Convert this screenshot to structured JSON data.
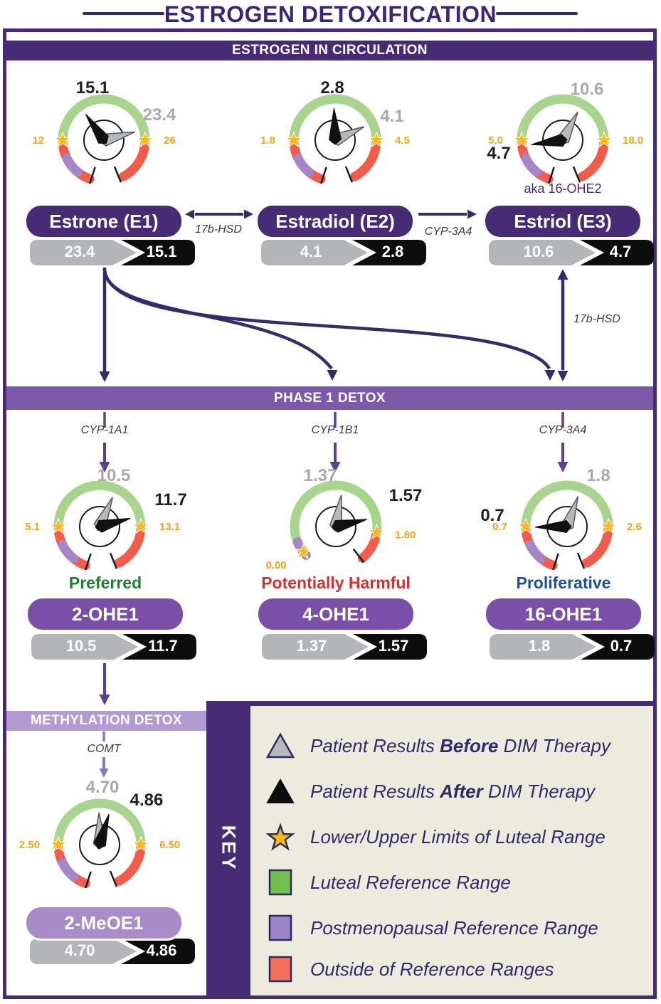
{
  "title": "ESTROGEN DETOXIFICATION",
  "sections": {
    "circulation": "ESTROGEN IN CIRCULATION",
    "phase1": "PHASE 1 DETOX",
    "methylation": "METHYLATION DETOX"
  },
  "enzymes": {
    "hsd_top": "17b-HSD",
    "cyp3a4_top": "CYP-3A4",
    "hsd_right": "17b-HSD",
    "cyp1a1": "CYP-1A1",
    "cyp1b1": "CYP-1B1",
    "cyp3a4_phase": "CYP-3A4",
    "comt": "COMT"
  },
  "key": {
    "label": "KEY",
    "items": [
      {
        "icon": "gray-triangle",
        "pre": "Patient Results ",
        "bold": "Before",
        "post": " DIM Therapy"
      },
      {
        "icon": "black-triangle",
        "pre": "Patient Results ",
        "bold": "After",
        "post": " DIM Therapy"
      },
      {
        "icon": "gold-star",
        "pre": "Lower/Upper Limits of Luteal Range",
        "bold": "",
        "post": ""
      },
      {
        "icon": "green-square",
        "pre": "Luteal Reference Range",
        "bold": "",
        "post": ""
      },
      {
        "icon": "purple-square",
        "pre": "Postmenopausal Reference Range",
        "bold": "",
        "post": ""
      },
      {
        "icon": "salmon-square",
        "pre": "Outside of Reference Ranges",
        "bold": "",
        "post": ""
      }
    ]
  },
  "colors": {
    "deep_purple": "#472b75",
    "mid_purple": "#7e58ab",
    "phase_pill_purple": "#7a4fa8",
    "light_banner_purple": "#b29ad2",
    "light_pill_purple": "#a88cca",
    "arrow_dark": "#362a6b",
    "arrow_mid": "#5b3f94",
    "arrow_light": "#8d76ba",
    "gauge_green": "#a8d48e",
    "gauge_red": "#f15c4b",
    "gauge_purple": "#a486c9",
    "star_gold": "#fdb913",
    "limit_orange": "#f5a21b",
    "before_gray": "#a7a9ac",
    "after_black": "#221f1f",
    "bar_gray": "#b3b5b8",
    "bar_black": "#0d0d0d",
    "legend_green": "#72c04c",
    "legend_purple": "#9c85c6",
    "legend_salmon": "#f3705c",
    "legend_outline": "#2e2a5e",
    "pointer_gray": "#b5b8bd",
    "caption_green": "#1e7d33",
    "caption_red": "#d62f2f",
    "caption_blue": "#1d4fa1",
    "cream": "#edeade"
  },
  "chart_data": {
    "type": "gauge-diagram",
    "description": "Estrogen detoxification pathway gauges: patient results before vs after DIM therapy with luteal range limits",
    "gauges": [
      {
        "id": "estrone",
        "name": "Estrone (E1)",
        "before": "23.4",
        "after": "15.1",
        "lower": "12",
        "upper": "26",
        "pill": "dark",
        "geom": "default",
        "caption": null,
        "note": null,
        "before_angle": 15,
        "after_angle": 125,
        "before_label": [
          208,
          64
        ],
        "after_label": [
          114,
          26
        ]
      },
      {
        "id": "estradiol",
        "name": "Estradiol (E2)",
        "before": "4.1",
        "after": "2.8",
        "lower": "1.8",
        "upper": "4.5",
        "pill": "dark",
        "geom": "default",
        "caption": null,
        "note": null,
        "before_angle": 25,
        "after_angle": 92,
        "before_label": [
          210,
          66
        ],
        "after_label": [
          126,
          26
        ]
      },
      {
        "id": "estriol",
        "name": "Estriol (E3)",
        "before": "10.6",
        "after": "4.7",
        "lower": "5.0",
        "upper": "18.0",
        "pill": "dark",
        "geom": "default",
        "caption": null,
        "note": "aka 16-OHE2",
        "before_angle": 62,
        "after_angle": 188,
        "before_label": [
          164,
          28
        ],
        "after_label": [
          40,
          118
        ]
      },
      {
        "id": "2ohe1",
        "name": "2-OHE1",
        "before": "10.5",
        "after": "11.7",
        "lower": "5.1",
        "upper": "13.1",
        "pill": "mid",
        "geom": "default",
        "caption": {
          "text": "Preferred",
          "color": "#1e7d33"
        },
        "note": null,
        "before_angle": 66,
        "after_angle": 15,
        "before_label": [
          150,
          28
        ],
        "after_label": [
          230,
          62
        ]
      },
      {
        "id": "4ohe1",
        "name": "4-OHE1",
        "before": "1.37",
        "after": "1.57",
        "lower": "0.00",
        "upper": "1.80",
        "pill": "mid",
        "geom": "openleft",
        "caption": {
          "text": "Potentially Harmful",
          "color": "#d62f2f"
        },
        "note": null,
        "before_angle": 80,
        "after_angle": 13,
        "before_label": [
          108,
          28
        ],
        "after_label": [
          228,
          56
        ]
      },
      {
        "id": "16ohe1",
        "name": "16-OHE1",
        "before": "1.8",
        "after": "0.7",
        "lower": "0.7",
        "upper": "2.6",
        "pill": "mid",
        "geom": "default",
        "caption": {
          "text": "Proliferative",
          "color": "#1d4fa1"
        },
        "note": null,
        "before_angle": 70,
        "after_angle": 181,
        "before_label": [
          174,
          28
        ],
        "after_label": [
          25,
          84
        ]
      },
      {
        "id": "2meoe1",
        "name": "2-MeOE1",
        "before": "4.70",
        "after": "4.86",
        "lower": "2.50",
        "upper": "6.50",
        "pill": "light",
        "geom": "default",
        "caption": null,
        "note": null,
        "before_angle": 91,
        "after_angle": 73,
        "before_label": [
          134,
          19
        ],
        "after_label": [
          196,
          37
        ]
      }
    ]
  }
}
